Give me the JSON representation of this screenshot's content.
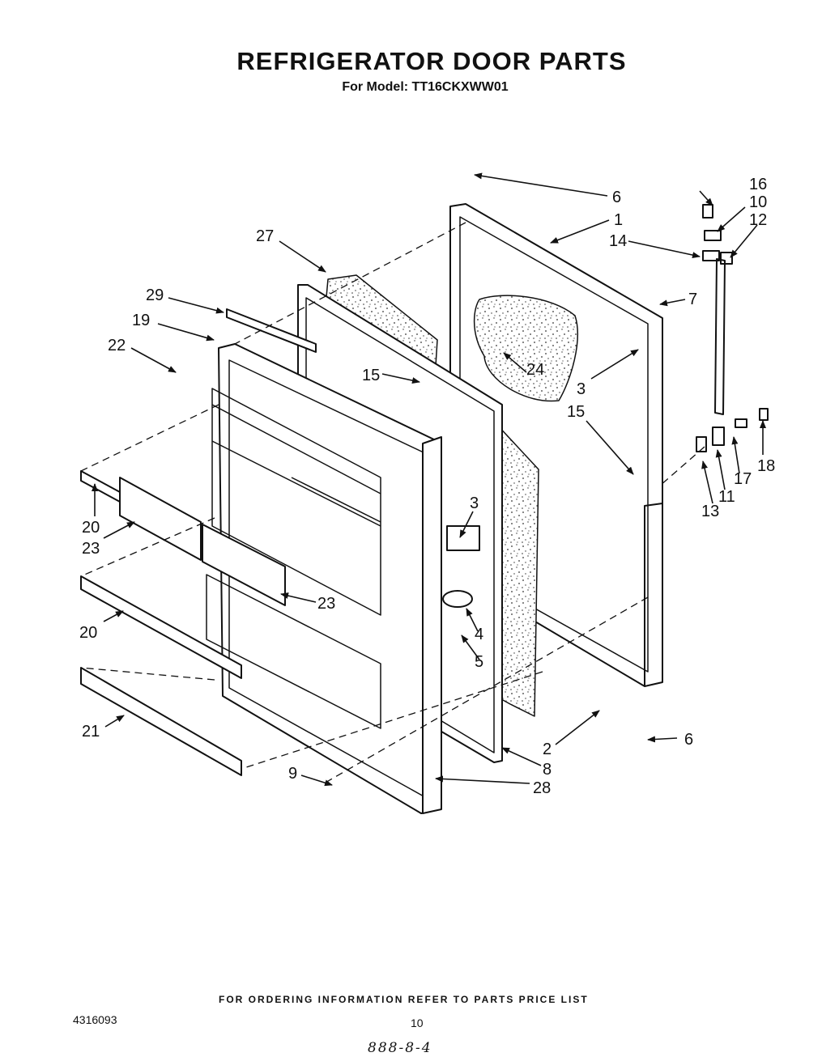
{
  "title": "REFRIGERATOR DOOR PARTS",
  "model": "For Model: TT16CKXWW01",
  "footer_note": "FOR ORDERING INFORMATION REFER TO PARTS PRICE LIST",
  "doc_number": "4316093",
  "page_number": "10",
  "handwritten_note": "888-8-4",
  "callouts": [
    {
      "id": "c6a",
      "label": "6"
    },
    {
      "id": "c1",
      "label": "1"
    },
    {
      "id": "c16",
      "label": "16"
    },
    {
      "id": "c10",
      "label": "10"
    },
    {
      "id": "c12",
      "label": "12"
    },
    {
      "id": "c14",
      "label": "14"
    },
    {
      "id": "c27",
      "label": "27"
    },
    {
      "id": "c7",
      "label": "7"
    },
    {
      "id": "c29",
      "label": "29"
    },
    {
      "id": "c19",
      "label": "19"
    },
    {
      "id": "c22",
      "label": "22"
    },
    {
      "id": "c24",
      "label": "24"
    },
    {
      "id": "c3a",
      "label": "3"
    },
    {
      "id": "c15a",
      "label": "15"
    },
    {
      "id": "c15b",
      "label": "15"
    },
    {
      "id": "c17",
      "label": "17"
    },
    {
      "id": "c18",
      "label": "18"
    },
    {
      "id": "c11",
      "label": "11"
    },
    {
      "id": "c13",
      "label": "13"
    },
    {
      "id": "c20a",
      "label": "20"
    },
    {
      "id": "c23a",
      "label": "23"
    },
    {
      "id": "c3b",
      "label": "3"
    },
    {
      "id": "c23b",
      "label": "23"
    },
    {
      "id": "c4",
      "label": "4"
    },
    {
      "id": "c20b",
      "label": "20"
    },
    {
      "id": "c5",
      "label": "5"
    },
    {
      "id": "c21",
      "label": "21"
    },
    {
      "id": "c2",
      "label": "2"
    },
    {
      "id": "c6b",
      "label": "6"
    },
    {
      "id": "c8",
      "label": "8"
    },
    {
      "id": "c9",
      "label": "9"
    },
    {
      "id": "c28",
      "label": "28"
    }
  ]
}
